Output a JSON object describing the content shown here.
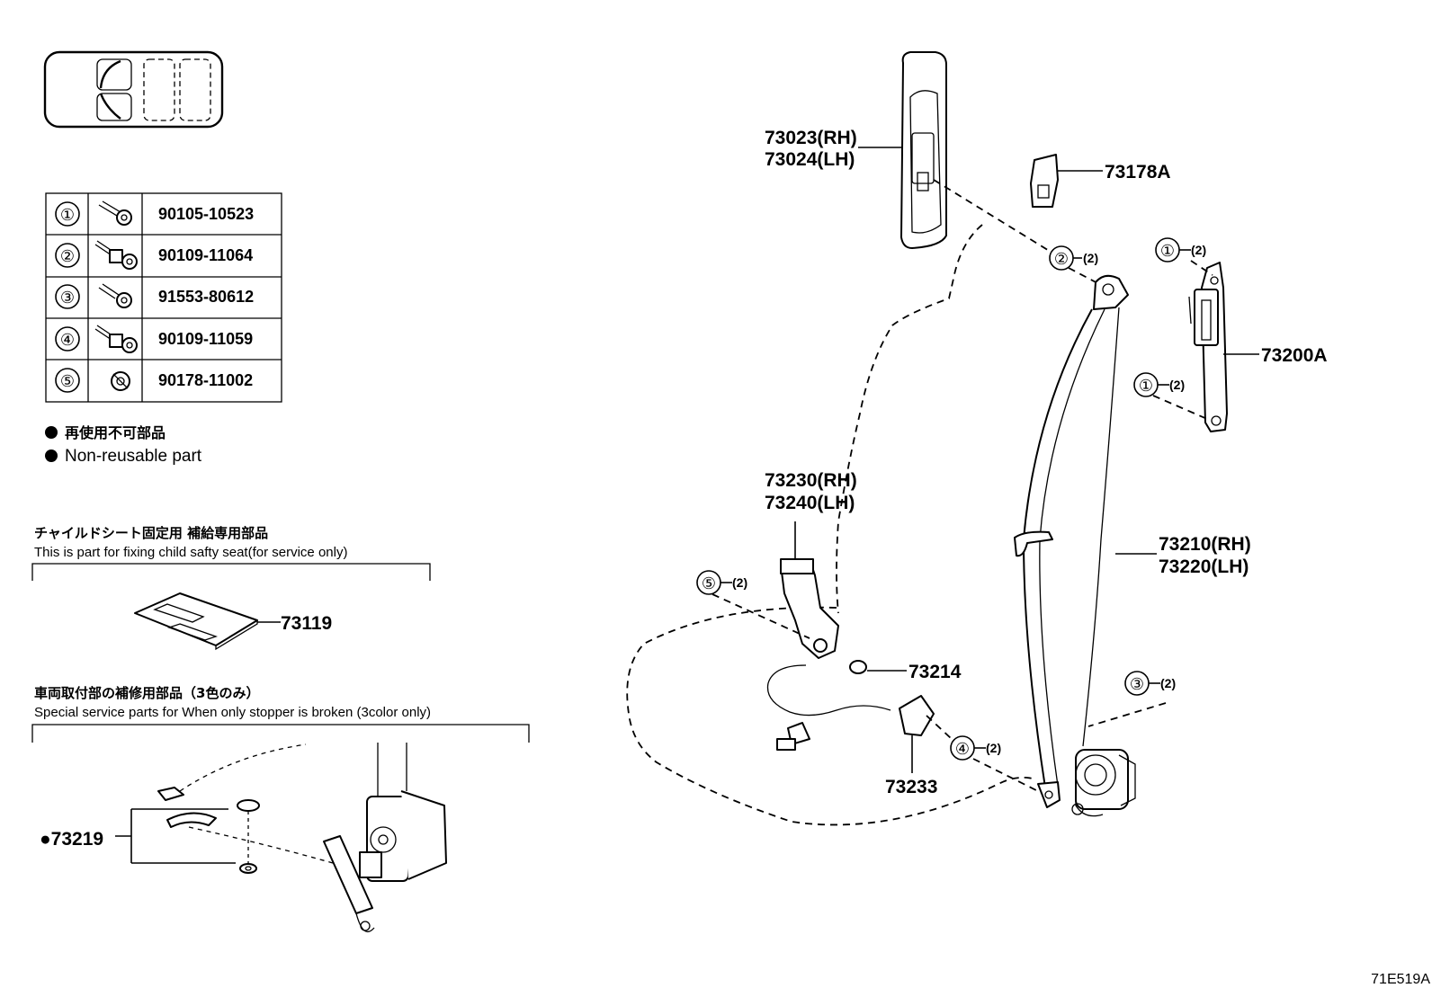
{
  "fastener_table": [
    {
      "ref": "①",
      "part_no": "90105-10523"
    },
    {
      "ref": "②",
      "part_no": "90109-11064"
    },
    {
      "ref": "③",
      "part_no": "91553-80612"
    },
    {
      "ref": "④",
      "part_no": "90109-11059"
    },
    {
      "ref": "⑤",
      "part_no": "90178-11002"
    }
  ],
  "legend": {
    "jp": "再使用不可部品",
    "en": "Non-reusable part"
  },
  "child_seat": {
    "title_jp": "チャイルドシート固定用 補給専用部品",
    "title_en": "This is part for fixing child safty seat(for service only)",
    "part": "73119"
  },
  "stopper": {
    "title_jp": "車両取付部の補修用部品（3色のみ）",
    "title_en": "Special service parts for When only stopper is broken (3color only)",
    "part": "●73219"
  },
  "labels": {
    "p73023": "73023(RH)",
    "p73024": "73024(LH)",
    "p73178": "73178A",
    "p73200": "73200A",
    "p73230": "73230(RH)",
    "p73240": "73240(LH)",
    "p73210": "73210(RH)",
    "p73220": "73220(LH)",
    "p73214": "73214",
    "p73233": "73233"
  },
  "callouts": {
    "c2": {
      "ref": "②",
      "qty": "(2)"
    },
    "c1a": {
      "ref": "①",
      "qty": "(2)"
    },
    "c1b": {
      "ref": "①",
      "qty": "(2)"
    },
    "c5": {
      "ref": "⑤",
      "qty": "(2)"
    },
    "c3": {
      "ref": "③",
      "qty": "(2)"
    },
    "c4": {
      "ref": "④",
      "qty": "(2)"
    }
  },
  "figure_code": "71E519A"
}
